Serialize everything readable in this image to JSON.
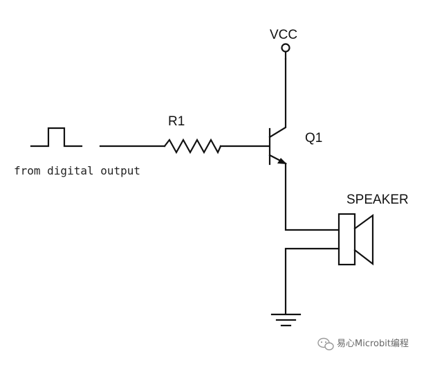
{
  "labels": {
    "vcc": "VCC",
    "resistor": "R1",
    "transistor": "Q1",
    "speaker": "SPEAKER",
    "input_caption": "from digital output"
  },
  "watermark": {
    "text": "易心Microbit编程",
    "icon": "wechat-icon"
  },
  "colors": {
    "wire": "#111111",
    "background": "#ffffff"
  }
}
